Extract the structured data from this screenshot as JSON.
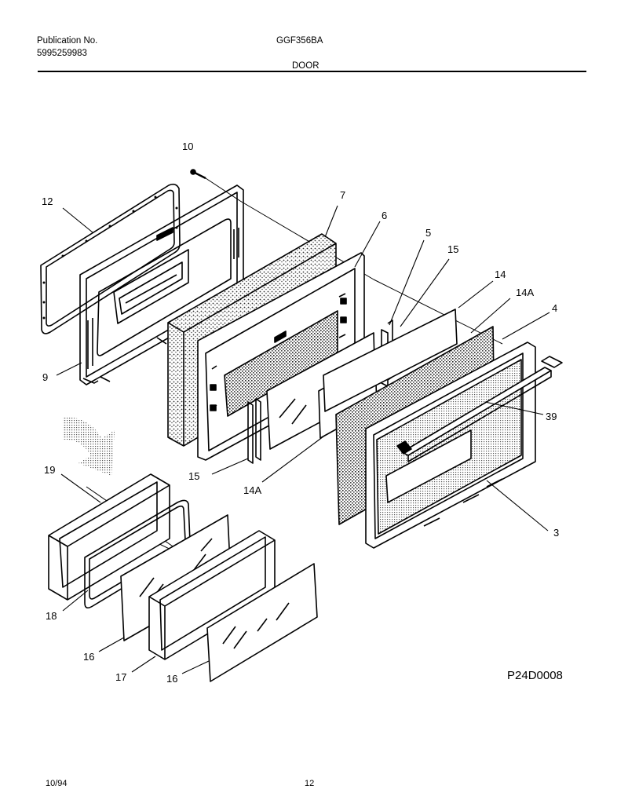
{
  "header": {
    "publication_label": "Publication No.",
    "publication_number": "5995259983",
    "model": "GGF356BA",
    "section": "DOOR"
  },
  "callouts": {
    "c10": "10",
    "c12": "12",
    "c7": "7",
    "c6": "6",
    "c5": "5",
    "c15_top": "15",
    "c14": "14",
    "c14a_right": "14A",
    "c4": "4",
    "c9": "9",
    "c39": "39",
    "c15_bottom": "15",
    "c14a_bottom": "14A",
    "c3": "3",
    "c19": "19",
    "c18": "18",
    "c16_left": "16",
    "c17": "17",
    "c16_bottom": "16"
  },
  "diagram_code": "P24D0008",
  "footer": {
    "date": "10/94",
    "page": "12"
  }
}
